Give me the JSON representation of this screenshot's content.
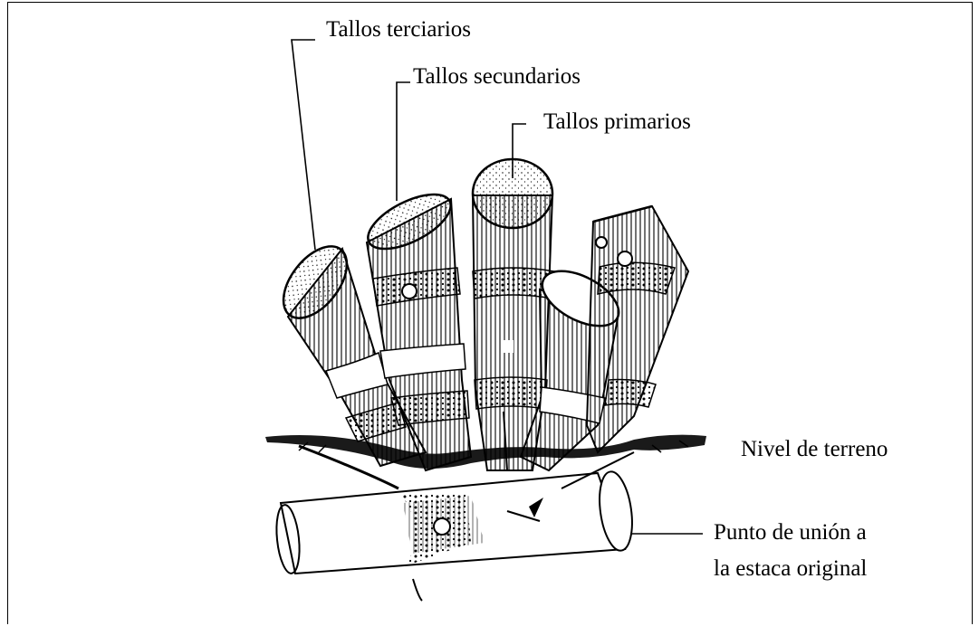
{
  "labels": {
    "tertiary": "Tallos terciarios",
    "secondary": "Tallos secundarios",
    "primary": "Tallos primarios",
    "ground_level": "Nivel de terreno",
    "junction_line1": "Punto de unión a",
    "junction_line2": "la estaca original"
  },
  "colors": {
    "ink": "#000000",
    "paper": "#ffffff",
    "soil": "#1a1a1a"
  }
}
